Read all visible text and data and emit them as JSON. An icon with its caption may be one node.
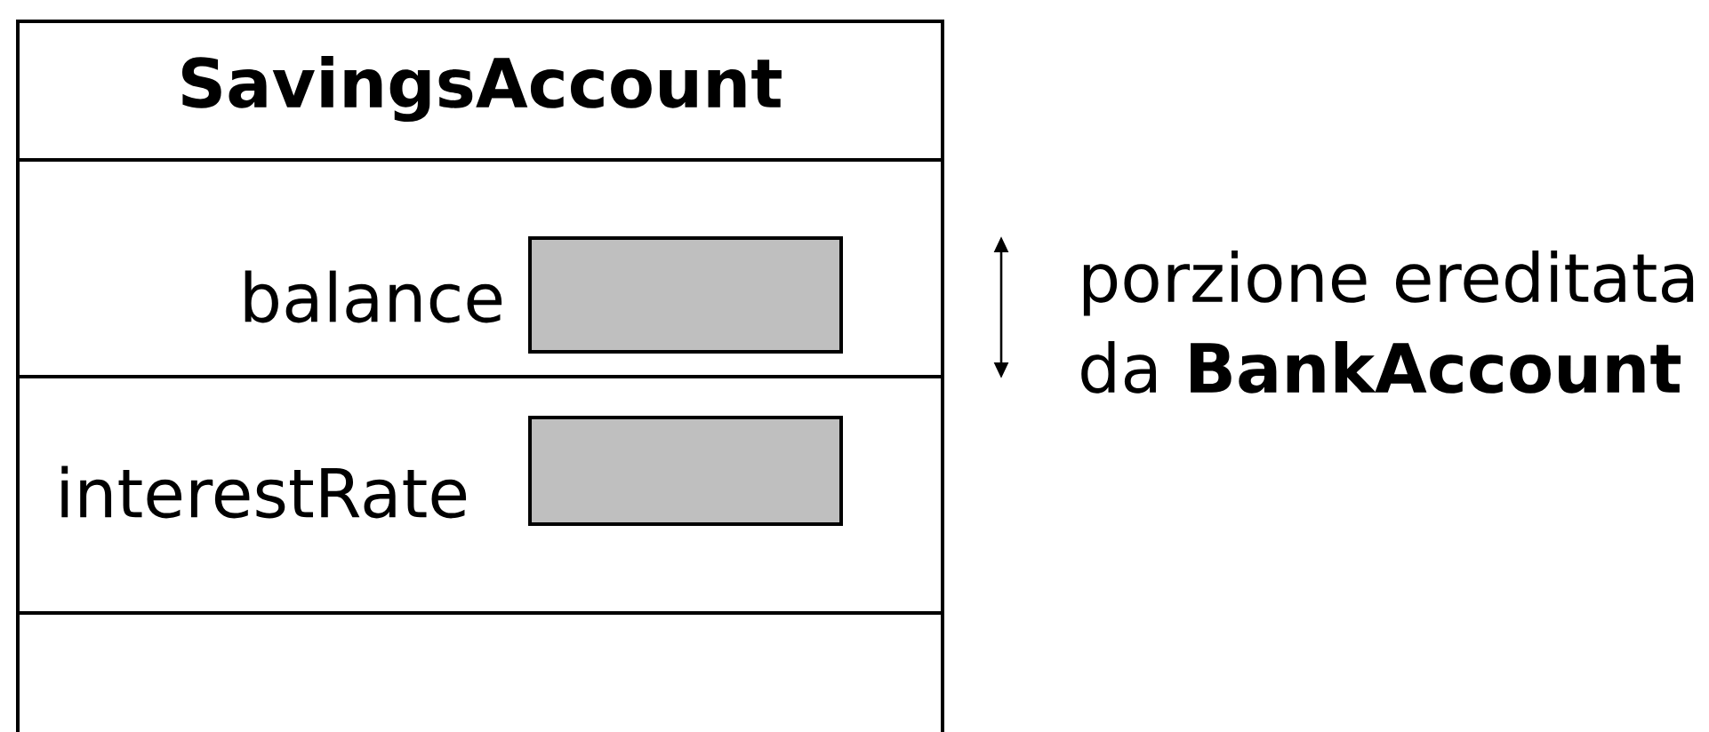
{
  "diagram": {
    "nodes": [
      {
        "text": [
          "SavingsAccount"
        ]
      },
      {
        "text": [
          "balance"
        ],
        "in": 0
      },
      {
        "text": [],
        "shape": "box",
        "in": 1
      },
      {
        "text": [
          "interestRate"
        ],
        "in": 0
      },
      {
        "text": [],
        "shape": "box",
        "in": 3
      },
      {
        "text": [],
        "shape": "box",
        "in": 0
      }
    ],
    "edges": [],
    "labels": [
      "porzione ereditata da **BankAccount**"
    ]
  }
}
